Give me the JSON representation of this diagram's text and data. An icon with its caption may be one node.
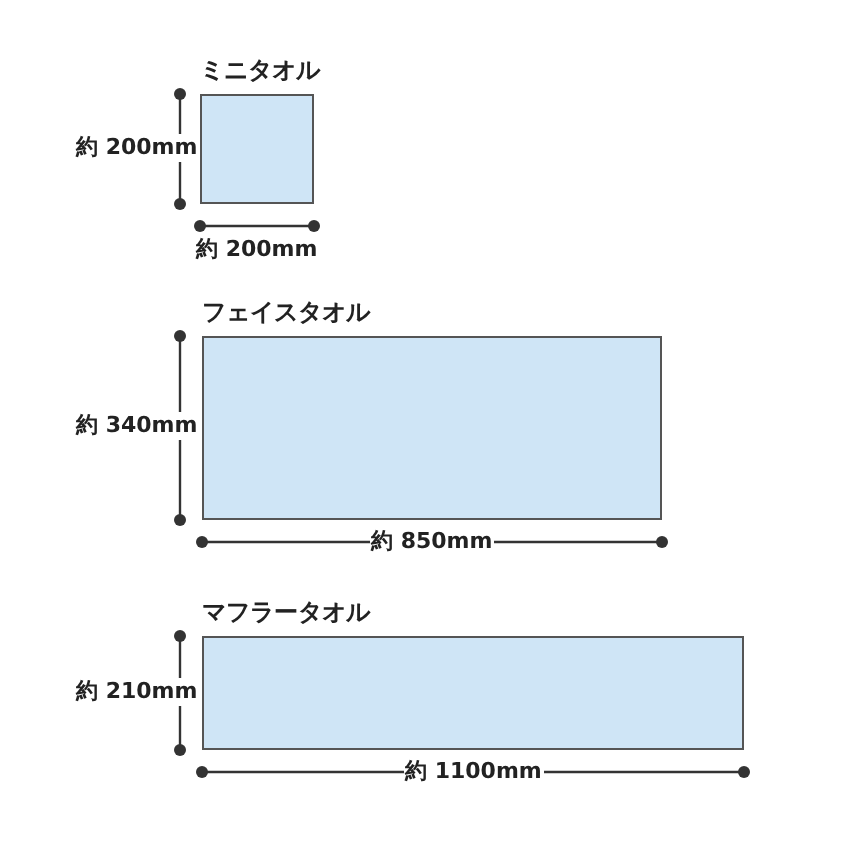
{
  "diagram": {
    "nodes": [
      {
        "text": [
          "ミニタオル"
        ]
      },
      {
        "text": [
          "フェイスタオル"
        ]
      },
      {
        "text": [
          "マフラータオル"
        ]
      }
    ],
    "labels": [
      "約 200mm",
      "約 200mm",
      "約 340mm",
      "約 850mm",
      "約 210mm",
      "約 1100mm"
    ]
  }
}
